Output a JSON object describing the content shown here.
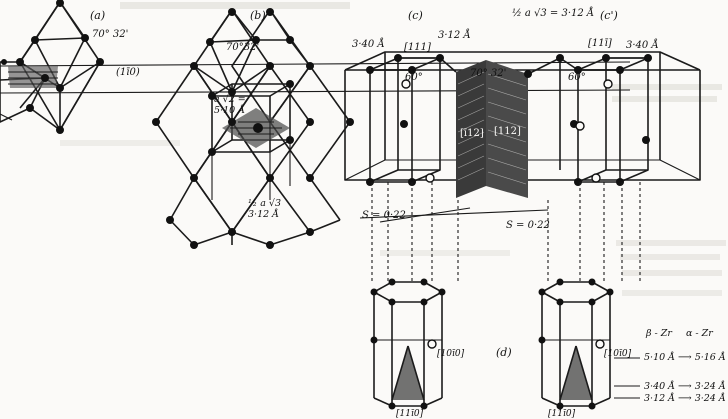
{
  "panel_labels": [
    "(a)",
    "(b)",
    "(c)",
    "(c')",
    "(d)"
  ],
  "angles": {
    "a_top": "70° 32'",
    "b_top": "70°32'",
    "c_mid": "70° 32'",
    "c_left": "60°",
    "c_right": "60°"
  },
  "planes": {
    "left_band": "(1ī0)",
    "c_left_top": "[111]",
    "c_right_top": "[11ī]",
    "twin_left": "[ī12]",
    "twin_right": "[112]",
    "d_left": "[10ī0]",
    "d_left_base": "[11ī0]",
    "d_right": "[10ī0]",
    "d_right_base": "[11ī0]"
  },
  "dimensions": {
    "c_left_a": "3·40 Å",
    "c_left_b": "3·12 Å",
    "c_top_center": "½ a √3 = 3·12 Å",
    "c_right_a": "3·40 Å",
    "b_mid": "a √2 =",
    "b_mid2": "5·10 Å",
    "b_low": "½ a √3",
    "b_low2": "3·12 Å",
    "s_left": "S = 0·22",
    "s_right": "S = 0·22"
  },
  "phase_table": {
    "col1": "β - Zr",
    "col2": "α - Zr",
    "row1": "5·10 Å ⟶ 5·16 Å",
    "row2": "3·40 Å ⟶ 3·24 Å",
    "row3": "3·12 Å ⟶ 3·24 Å"
  }
}
